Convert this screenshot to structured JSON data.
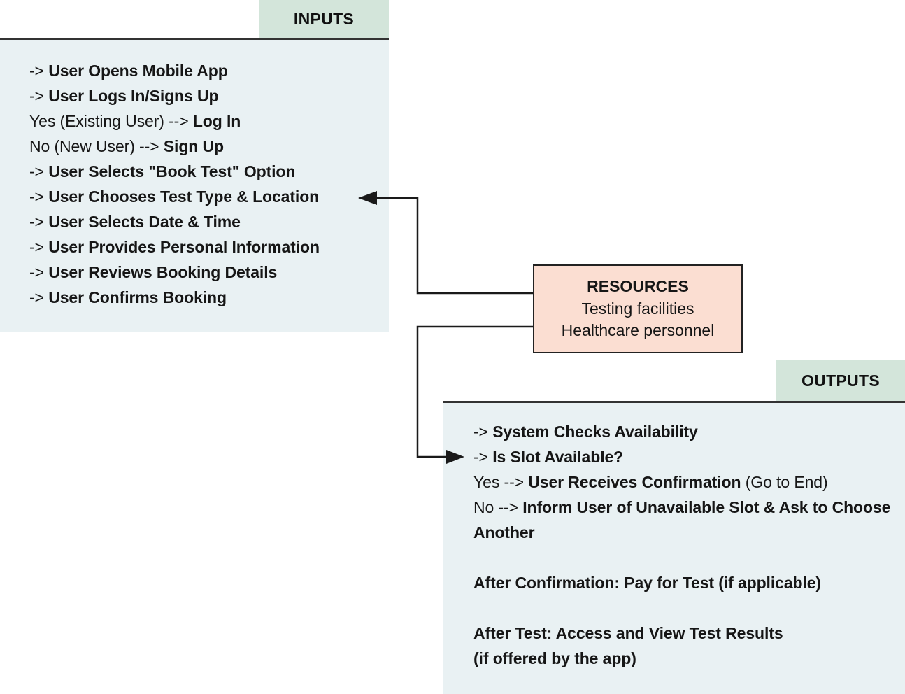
{
  "inputs": {
    "tab_label": "INPUTS",
    "lines": [
      {
        "pre": "-> ",
        "bold": "User Opens Mobile App"
      },
      {
        "pre": "-> ",
        "bold": "User Logs In/Signs Up"
      },
      {
        "pre": "Yes (Existing User) --> ",
        "bold": "Log In"
      },
      {
        "pre": "No (New User) --> ",
        "bold": "Sign Up"
      },
      {
        "pre": "-> ",
        "bold": "User Selects \"Book Test\" Option"
      },
      {
        "pre": "-> ",
        "bold": "User Chooses Test Type & Location"
      },
      {
        "pre": "-> ",
        "bold": "User Selects Date & Time"
      },
      {
        "pre": "-> ",
        "bold": "User Provides Personal Information"
      },
      {
        "pre": "-> ",
        "bold": "User Reviews Booking Details"
      },
      {
        "pre": "-> ",
        "bold": "User Confirms Booking"
      }
    ]
  },
  "resources": {
    "title": "RESOURCES",
    "items": [
      "Testing facilities",
      "Healthcare personnel"
    ]
  },
  "outputs": {
    "tab_label": "OUTPUTS",
    "lines": [
      {
        "pre": "-> ",
        "bold": "System Checks Availability"
      },
      {
        "pre": "-> ",
        "bold": "Is Slot Available?"
      },
      {
        "pre": "Yes --> ",
        "bold": "User Receives Confirmation",
        "post": " (Go to End)"
      },
      {
        "pre": "No --> ",
        "bold": "Inform User of Unavailable Slot & Ask to Choose Another"
      },
      {
        "bold": "After Confirmation: Pay for Test (if applicable)",
        "gap_before": true
      },
      {
        "bold": "After Test: Access and View Test Results",
        "gap_before": true
      },
      {
        "bold": "(if offered by the app)"
      }
    ]
  },
  "connectors": [
    {
      "name": "resources-to-inputs",
      "direction": "left",
      "points_at": "User Chooses Test Type & Location"
    },
    {
      "name": "resources-to-outputs",
      "direction": "right",
      "points_at": "Is Slot Available?"
    }
  ],
  "colors": {
    "tab_green": "#d3e5da",
    "panel_blue": "#e9f1f3",
    "resource_pink": "#fbded2",
    "divider_dark": "#333333",
    "arrow_dark": "#1a1a1a",
    "text": "#161616"
  }
}
